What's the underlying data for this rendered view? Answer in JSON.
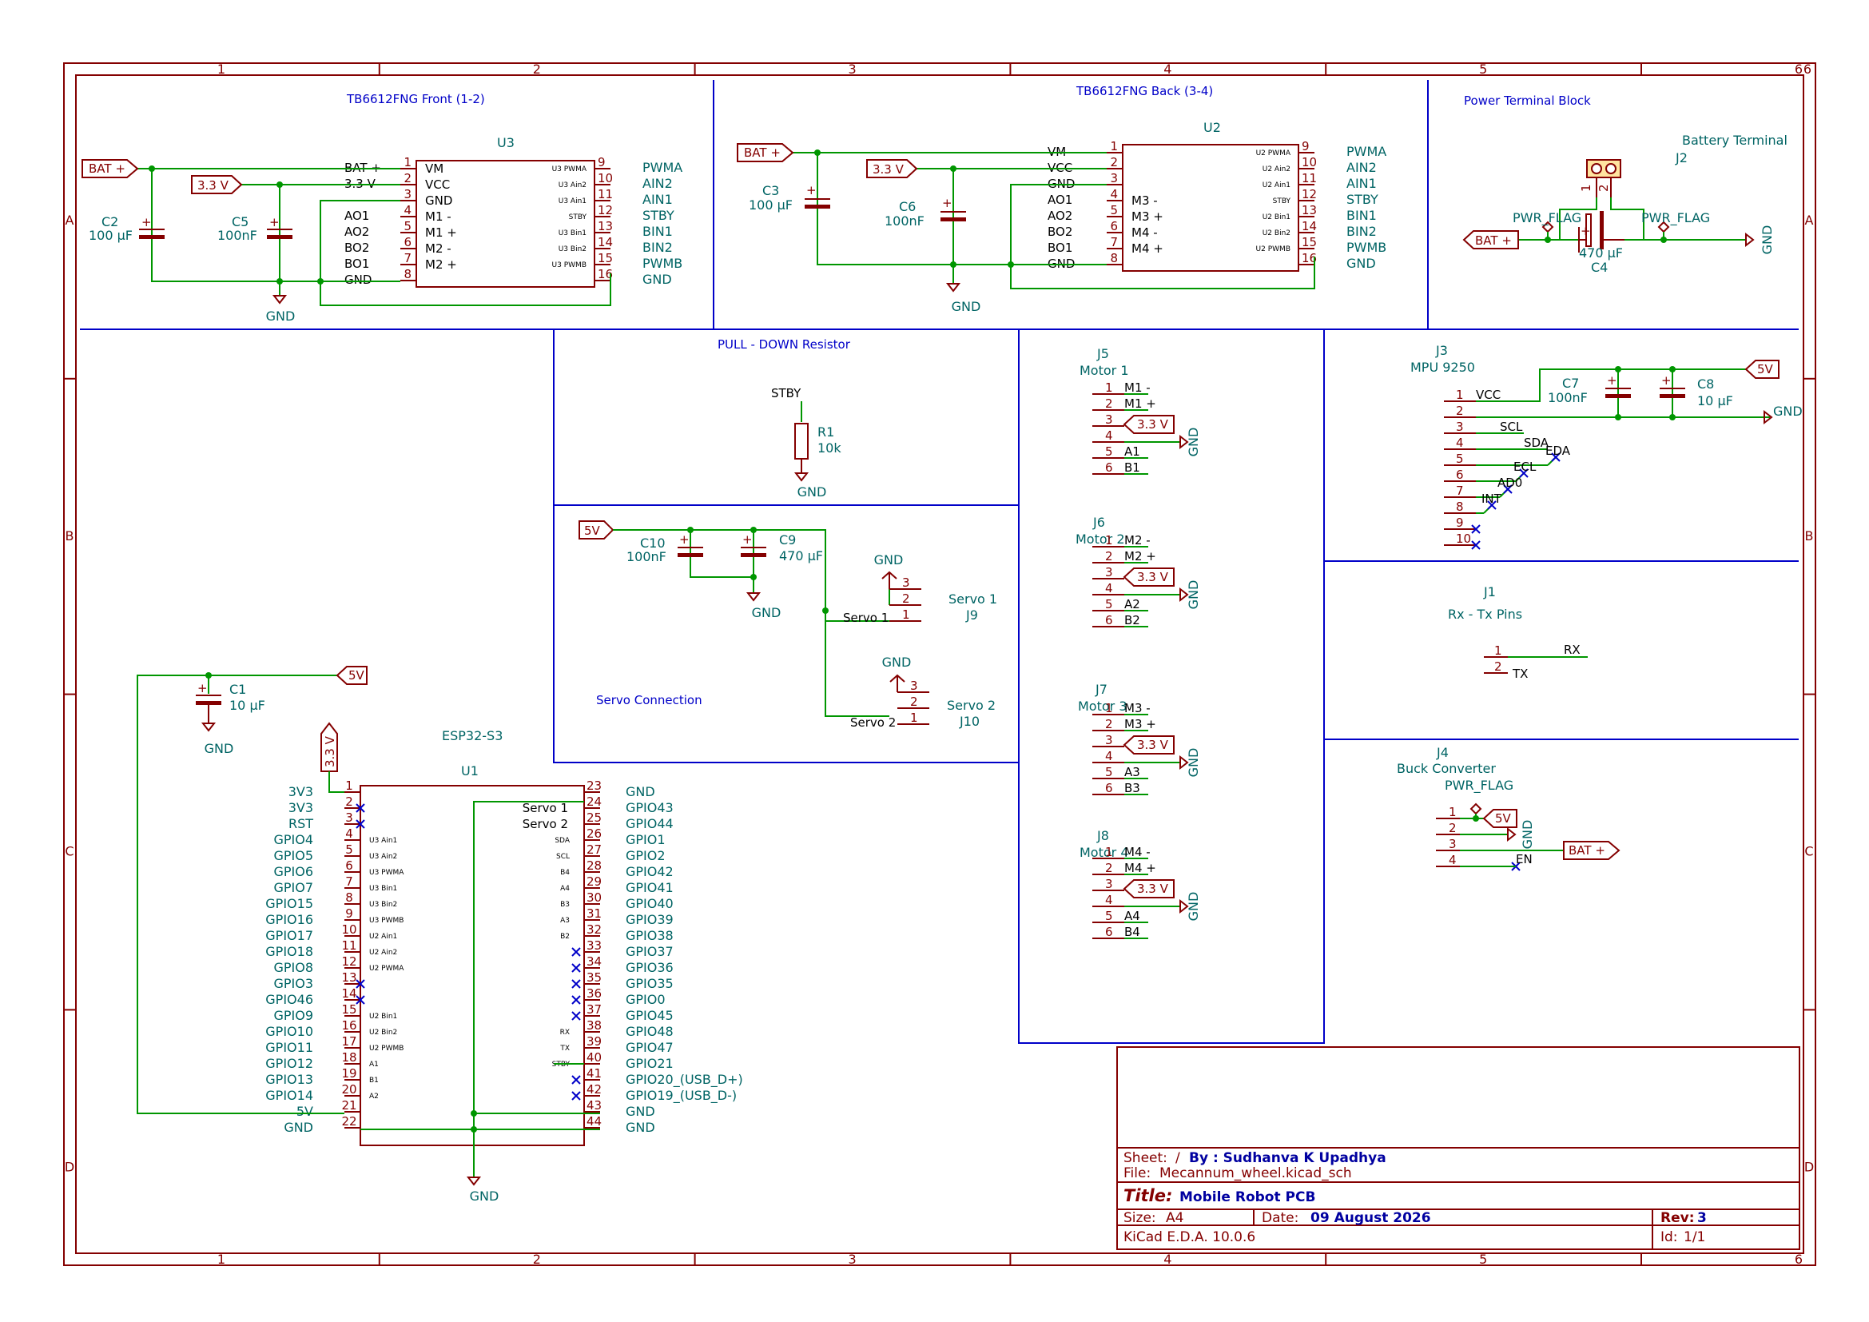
{
  "frame": {
    "columns": [
      "1",
      "2",
      "3",
      "4",
      "5",
      "6"
    ],
    "rows": [
      "A",
      "B",
      "C",
      "D"
    ]
  },
  "sections": {
    "front": "TB6612FNG Front (1-2)",
    "back": "TB6612FNG Back (3-4)",
    "power": "Power Terminal Block",
    "pulldown": "PULL - DOWN Resistor",
    "servo": "Servo Connection"
  },
  "front_driver": {
    "ref": "U3",
    "left_pins": [
      {
        "num": "1",
        "name": "VM",
        "net": "BAT +"
      },
      {
        "num": "2",
        "name": "VCC",
        "net": "3.3 V"
      },
      {
        "num": "3",
        "name": "GND",
        "net": ""
      },
      {
        "num": "4",
        "name": "M1 -",
        "net": "AO1"
      },
      {
        "num": "5",
        "name": "M1 +",
        "net": "AO2"
      },
      {
        "num": "6",
        "name": "M2 -",
        "net": "BO2"
      },
      {
        "num": "7",
        "name": "M2 +",
        "net": "BO1"
      },
      {
        "num": "8",
        "name": "",
        "net": "GND"
      }
    ],
    "right_pins": [
      {
        "num": "9",
        "name": "U3 PWMA",
        "net": "PWMA"
      },
      {
        "num": "10",
        "name": "U3 Ain2",
        "net": "AIN2"
      },
      {
        "num": "11",
        "name": "U3 Ain1",
        "net": "AIN1"
      },
      {
        "num": "12",
        "name": "STBY",
        "net": "STBY"
      },
      {
        "num": "13",
        "name": "U3 Bin1",
        "net": "BIN1"
      },
      {
        "num": "14",
        "name": "U3 Bin2",
        "net": "BIN2"
      },
      {
        "num": "15",
        "name": "U3 PWMB",
        "net": "PWMB"
      },
      {
        "num": "16",
        "name": "",
        "net": "GND"
      }
    ],
    "bat_label": "BAT +",
    "v33_label": "3.3 V",
    "c2_ref": "C2",
    "c2_val": "100 µF",
    "c5_ref": "C5",
    "c5_val": "100nF",
    "gnd": "GND"
  },
  "back_driver": {
    "ref": "U2",
    "left_pins": [
      {
        "num": "1",
        "name": "",
        "net": "VM"
      },
      {
        "num": "2",
        "name": "",
        "net": "VCC"
      },
      {
        "num": "3",
        "name": "",
        "net": "GND"
      },
      {
        "num": "4",
        "name": "M3 -",
        "net": "AO1"
      },
      {
        "num": "5",
        "name": "M3 +",
        "net": "AO2"
      },
      {
        "num": "6",
        "name": "M4 -",
        "net": "BO2"
      },
      {
        "num": "7",
        "name": "M4 +",
        "net": "BO1"
      },
      {
        "num": "8",
        "name": "",
        "net": "GND"
      }
    ],
    "right_pins": [
      {
        "num": "9",
        "name": "U2 PWMA",
        "net": "PWMA"
      },
      {
        "num": "10",
        "name": "U2 Ain2",
        "net": "AIN2"
      },
      {
        "num": "11",
        "name": "U2 Ain1",
        "net": "AIN1"
      },
      {
        "num": "12",
        "name": "STBY",
        "net": "STBY"
      },
      {
        "num": "13",
        "name": "U2 Bin1",
        "net": "BIN1"
      },
      {
        "num": "14",
        "name": "U2 Bin2",
        "net": "BIN2"
      },
      {
        "num": "15",
        "name": "U2 PWMB",
        "net": "PWMB"
      },
      {
        "num": "16",
        "name": "",
        "net": "GND"
      }
    ],
    "bat_label": "BAT +",
    "v33_label": "3.3 V",
    "c3_ref": "C3",
    "c3_val": "100 µF",
    "c6_ref": "C6",
    "c6_val": "100nF",
    "gnd": "GND"
  },
  "power_block": {
    "title": "Battery Terminal",
    "ref": "J2",
    "pin1": "1",
    "pin2": "2",
    "flag1": "PWR_FLAG",
    "flag2": "PWR_FLAG",
    "bat_label": "BAT +",
    "c4_ref": "C4",
    "c4_val": "470 µF",
    "gnd": "GND"
  },
  "pulldown": {
    "net": "STBY",
    "ref": "R1",
    "val": "10k",
    "gnd": "GND"
  },
  "servo": {
    "v5": "5V",
    "c10_ref": "C10",
    "c10_val": "100nF",
    "c9_ref": "C9",
    "c9_val": "470 µF",
    "gnd": "GND",
    "j9_title": "Servo 1",
    "j9_ref": "J9",
    "j9_net": "Servo 1",
    "j10_title": "Servo 2",
    "j10_ref": "J10",
    "j10_net": "Servo 2",
    "pins": [
      "3",
      "2",
      "1"
    ]
  },
  "motors": [
    {
      "ref": "J5",
      "title": "Motor 1",
      "nets": [
        "M1 -",
        "M1 +",
        "3.3 V",
        "",
        "A1",
        "B1"
      ]
    },
    {
      "ref": "J6",
      "title": "Motor 2",
      "nets": [
        "M2 -",
        "M2 +",
        "3.3 V",
        "",
        "A2",
        "B2"
      ]
    },
    {
      "ref": "J7",
      "title": "Motor 3",
      "nets": [
        "M3 -",
        "M3 +",
        "3.3 V",
        "",
        "A3",
        "B3"
      ]
    },
    {
      "ref": "J8",
      "title": "Motor 4",
      "nets": [
        "M4 -",
        "M4 +",
        "3.3 V",
        "",
        "A4",
        "B4"
      ]
    }
  ],
  "motor_gnd": "GND",
  "mpu": {
    "ref": "J3",
    "title": "MPU 9250",
    "v5": "5V",
    "pins": [
      "1",
      "2",
      "3",
      "4",
      "5",
      "6",
      "7",
      "8",
      "9",
      "10"
    ],
    "nets": [
      "VCC",
      "",
      "SCL",
      "SDA",
      "EDA",
      "ECL",
      "AD0",
      "INT",
      "",
      ""
    ],
    "c7_ref": "C7",
    "c7_val": "100nF",
    "c8_ref": "C8",
    "c8_val": "10 µF",
    "gnd": "GND"
  },
  "uart": {
    "ref": "J1",
    "title": "Rx - Tx Pins",
    "pins": [
      "1",
      "2"
    ],
    "nets": [
      "RX",
      "TX"
    ],
    "right_net": "RX"
  },
  "buck": {
    "ref": "J4",
    "title": "Buck Converter",
    "flag": "PWR_FLAG",
    "pins": [
      "1",
      "2",
      "3",
      "4"
    ],
    "v5": "5V",
    "gnd": "GND",
    "bat": "BAT +",
    "en": "EN"
  },
  "mcu": {
    "title": "ESP32-S3",
    "ref": "U1",
    "v33": "3.3 V",
    "v5": "5V",
    "c1_ref": "C1",
    "c1_val": "10 µF",
    "gnd": "GND",
    "left_pins": [
      {
        "num": "1",
        "name": "3V3",
        "net": ""
      },
      {
        "num": "2",
        "name": "3V3",
        "net": ""
      },
      {
        "num": "3",
        "name": "RST",
        "net": ""
      },
      {
        "num": "4",
        "name": "GPIO4",
        "net": "U3 Ain1"
      },
      {
        "num": "5",
        "name": "GPIO5",
        "net": "U3 Ain2"
      },
      {
        "num": "6",
        "name": "GPIO6",
        "net": "U3 PWMA"
      },
      {
        "num": "7",
        "name": "GPIO7",
        "net": "U3 Bin1"
      },
      {
        "num": "8",
        "name": "GPIO15",
        "net": "U3 Bin2"
      },
      {
        "num": "9",
        "name": "GPIO16",
        "net": "U3 PWMB"
      },
      {
        "num": "10",
        "name": "GPIO17",
        "net": "U2 Ain1"
      },
      {
        "num": "11",
        "name": "GPIO18",
        "net": "U2 Ain2"
      },
      {
        "num": "12",
        "name": "GPIO8",
        "net": "U2 PWMA"
      },
      {
        "num": "13",
        "name": "GPIO3",
        "net": ""
      },
      {
        "num": "14",
        "name": "GPIO46",
        "net": ""
      },
      {
        "num": "15",
        "name": "GPIO9",
        "net": "U2 Bin1"
      },
      {
        "num": "16",
        "name": "GPIO10",
        "net": "U2 Bin2"
      },
      {
        "num": "17",
        "name": "GPIO11",
        "net": "U2 PWMB"
      },
      {
        "num": "18",
        "name": "GPIO12",
        "net": "A1"
      },
      {
        "num": "19",
        "name": "GPIO13",
        "net": "B1"
      },
      {
        "num": "20",
        "name": "GPIO14",
        "net": "A2"
      },
      {
        "num": "21",
        "name": "5V",
        "net": ""
      },
      {
        "num": "22",
        "name": "GND",
        "net": ""
      }
    ],
    "right_pins": [
      {
        "num": "23",
        "name": "GND",
        "net": ""
      },
      {
        "num": "24",
        "name": "GPIO43",
        "net": "Servo 1"
      },
      {
        "num": "25",
        "name": "GPIO44",
        "net": "Servo 2"
      },
      {
        "num": "26",
        "name": "GPIO1",
        "net": "SDA"
      },
      {
        "num": "27",
        "name": "GPIO2",
        "net": "SCL"
      },
      {
        "num": "28",
        "name": "GPIO42",
        "net": "B4"
      },
      {
        "num": "29",
        "name": "GPIO41",
        "net": "A4"
      },
      {
        "num": "30",
        "name": "GPIO40",
        "net": "B3"
      },
      {
        "num": "31",
        "name": "GPIO39",
        "net": "A3"
      },
      {
        "num": "32",
        "name": "GPIO38",
        "net": "B2"
      },
      {
        "num": "33",
        "name": "GPIO37",
        "net": ""
      },
      {
        "num": "34",
        "name": "GPIO36",
        "net": ""
      },
      {
        "num": "35",
        "name": "GPIO35",
        "net": ""
      },
      {
        "num": "36",
        "name": "GPIO0",
        "net": ""
      },
      {
        "num": "37",
        "name": "GPIO45",
        "net": ""
      },
      {
        "num": "38",
        "name": "GPIO48",
        "net": "RX"
      },
      {
        "num": "39",
        "name": "GPIO47",
        "net": "TX"
      },
      {
        "num": "40",
        "name": "GPIO21",
        "net": "STBY"
      },
      {
        "num": "41",
        "name": "GPIO20_(USB_D+)",
        "net": ""
      },
      {
        "num": "42",
        "name": "GPIO19_(USB_D-)",
        "net": ""
      },
      {
        "num": "43",
        "name": "GND",
        "net": ""
      },
      {
        "num": "44",
        "name": "GND",
        "net": ""
      }
    ]
  },
  "titleblock": {
    "sheet_label": "Sheet:",
    "sheet_value": "/",
    "author": "By : Sudhanva K Upadhya",
    "file_label": "File:",
    "file_value": "Mecannum_wheel.kicad_sch",
    "title_label": "Title:",
    "title_value": "Mobile Robot PCB",
    "size_label": "Size:",
    "size_value": "A4",
    "date_label": "Date:",
    "date_value": "09 August 2026",
    "rev_label": "Rev:",
    "rev_value": "3",
    "tool": "KiCad E.D.A. 10.0.6",
    "id_label": "Id:",
    "id_value": "1/1"
  }
}
